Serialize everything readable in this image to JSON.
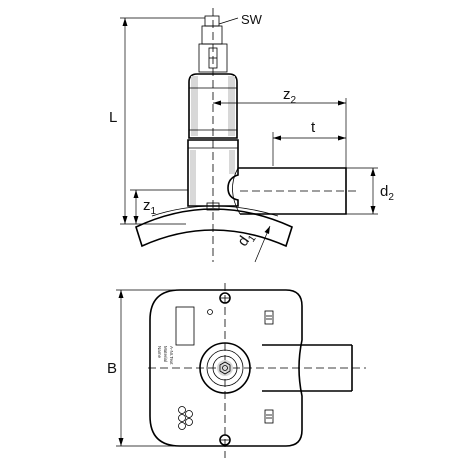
{
  "labels": {
    "sw": "SW",
    "L": "L",
    "z2_base": "z",
    "z2_sub": "2",
    "t": "t",
    "d2_base": "d",
    "d2_sub": "2",
    "z1_base": "z",
    "z1_sub": "1",
    "d1_base": "d",
    "d1_sub": "1",
    "B": "B"
  },
  "plate_text": [
    "A-Nr.Text",
    "Material",
    "Name"
  ]
}
